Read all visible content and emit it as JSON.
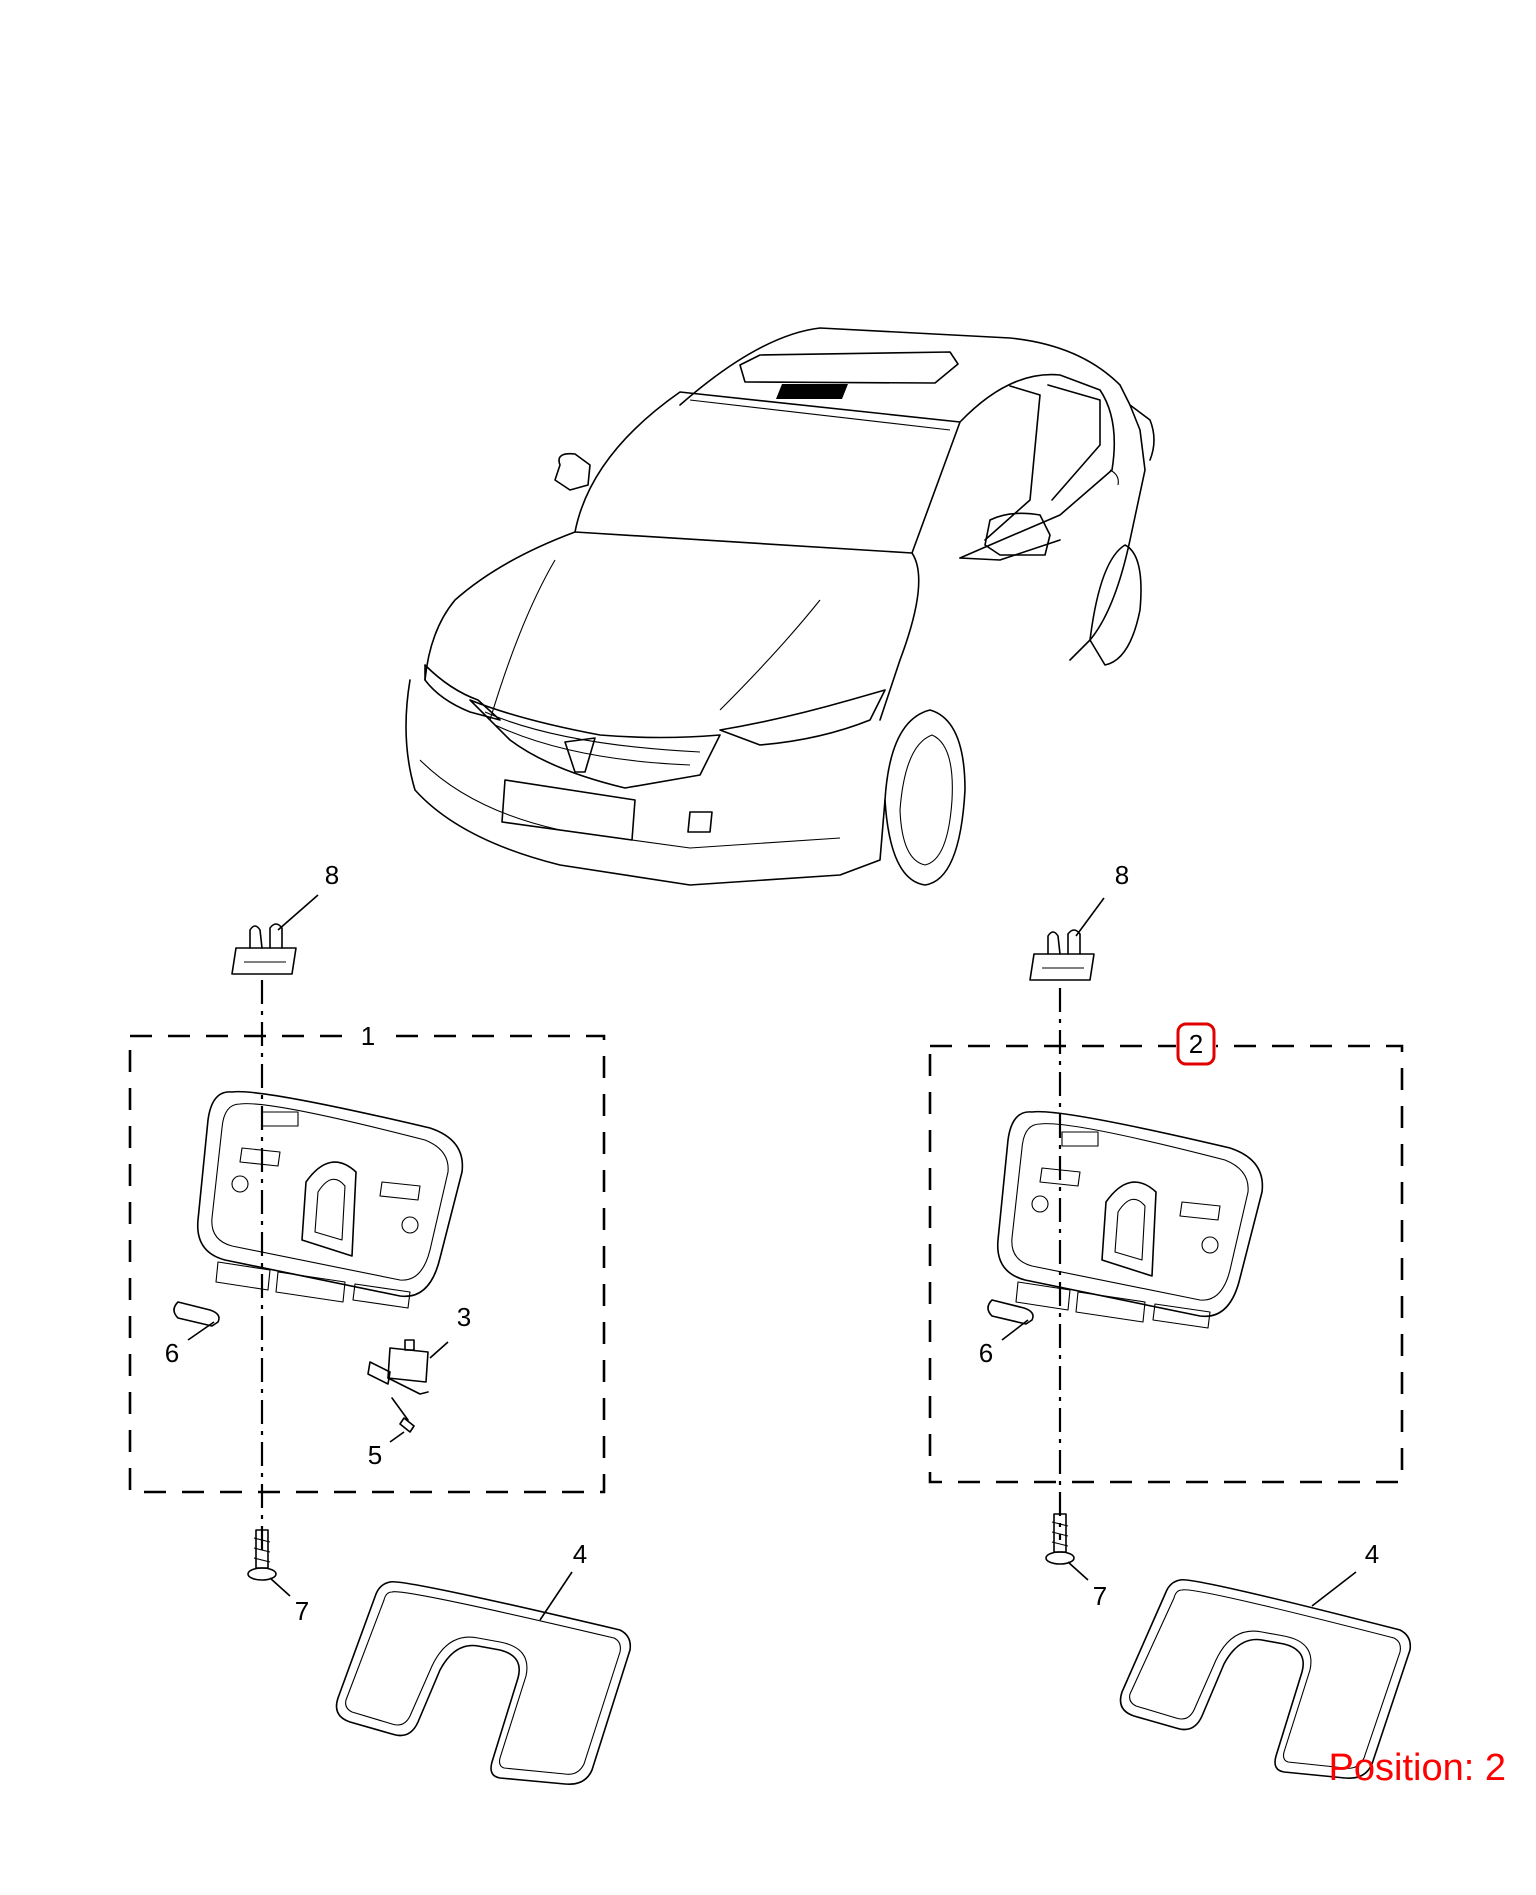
{
  "diagram": {
    "callouts": {
      "left": {
        "assembly": "1",
        "bulb": "6",
        "switch": "3",
        "screw_small": "5",
        "seal": "4",
        "screw": "7",
        "clip": "8"
      },
      "right": {
        "assembly": "2",
        "bulb": "6",
        "seal": "4",
        "screw": "7",
        "clip": "8"
      }
    },
    "highlighted_callout": "2",
    "highlight_color": "#e00000"
  },
  "footer": {
    "position_label": "Position: 2",
    "label_color": "#ff0000"
  }
}
